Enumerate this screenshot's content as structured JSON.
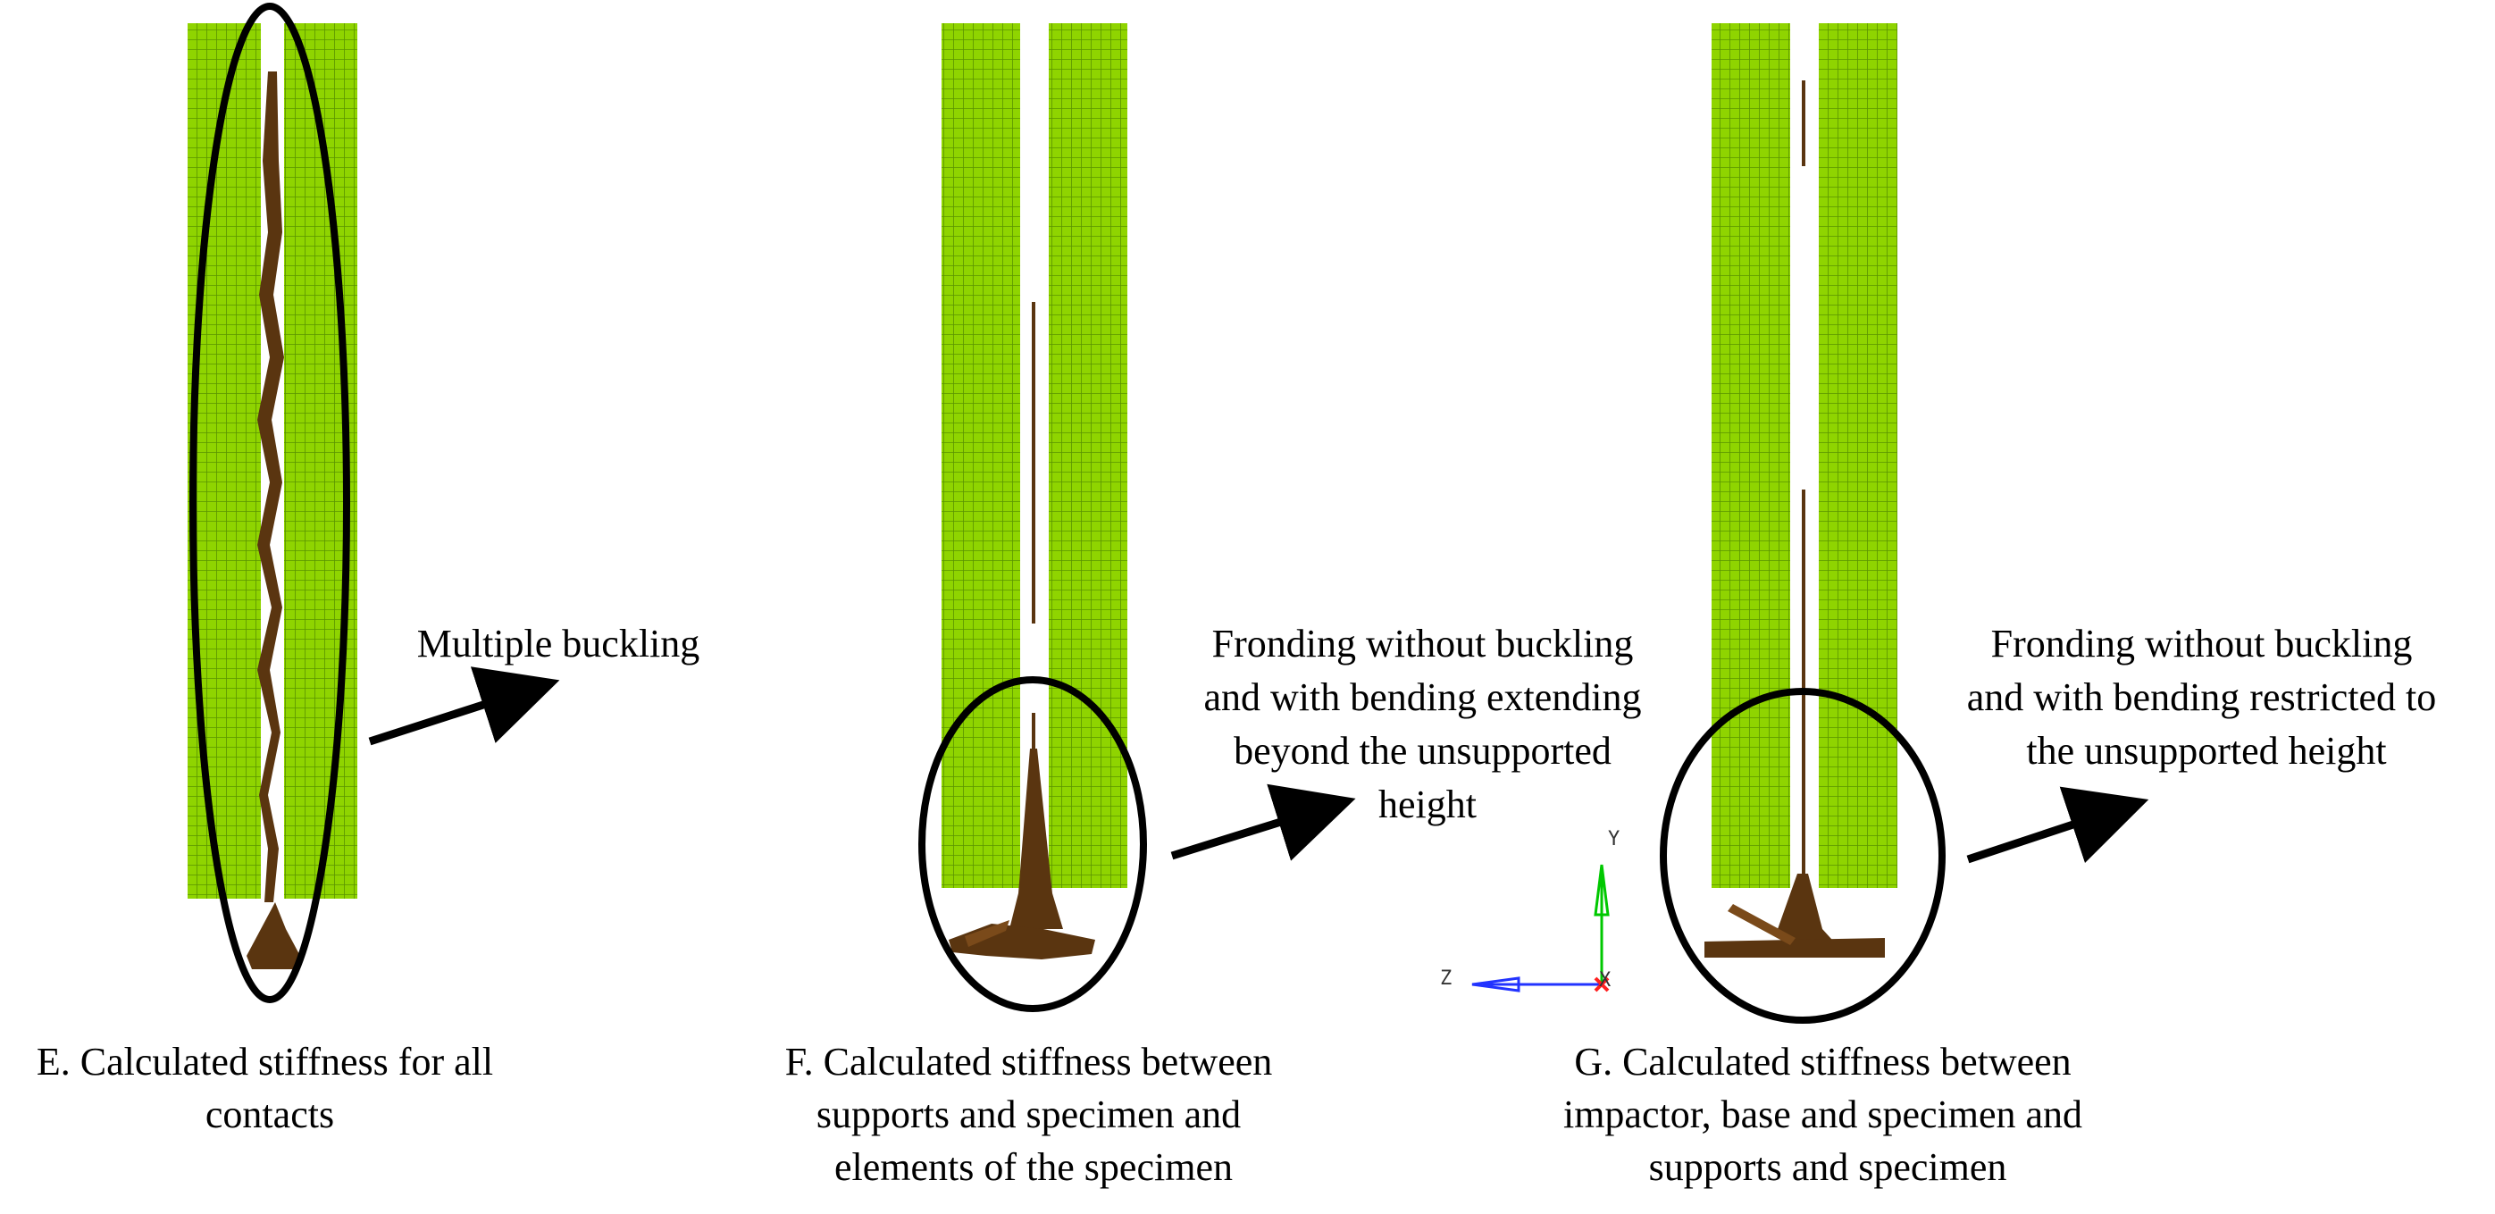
{
  "panels": [
    {
      "id": "E",
      "caption_lines": [
        "E. Calculated stiffness for all",
        "contacts"
      ],
      "annotation_lines": [
        "Multiple buckling"
      ]
    },
    {
      "id": "F",
      "caption_lines": [
        "F. Calculated stiffness between",
        "supports and specimen and",
        "elements of the specimen"
      ],
      "annotation_lines": [
        "Fronding without buckling",
        "and with bending extending",
        "beyond the unsupported",
        "height"
      ]
    },
    {
      "id": "G",
      "caption_lines": [
        "G. Calculated stiffness between",
        "impactor, base and specimen and",
        "supports and specimen"
      ],
      "annotation_lines": [
        "Fronding without buckling",
        "and with bending restricted to",
        "the unsupported height"
      ]
    }
  ],
  "axis_triad": {
    "y": "Y",
    "z": "Z",
    "x": "X"
  },
  "colors": {
    "support": "#8fd400",
    "support_grid": "#5a9400",
    "specimen": "#5a3510",
    "outline": "#000000",
    "axis_y": "#00c800",
    "axis_z": "#2233ff",
    "axis_x": "#ff2020"
  }
}
